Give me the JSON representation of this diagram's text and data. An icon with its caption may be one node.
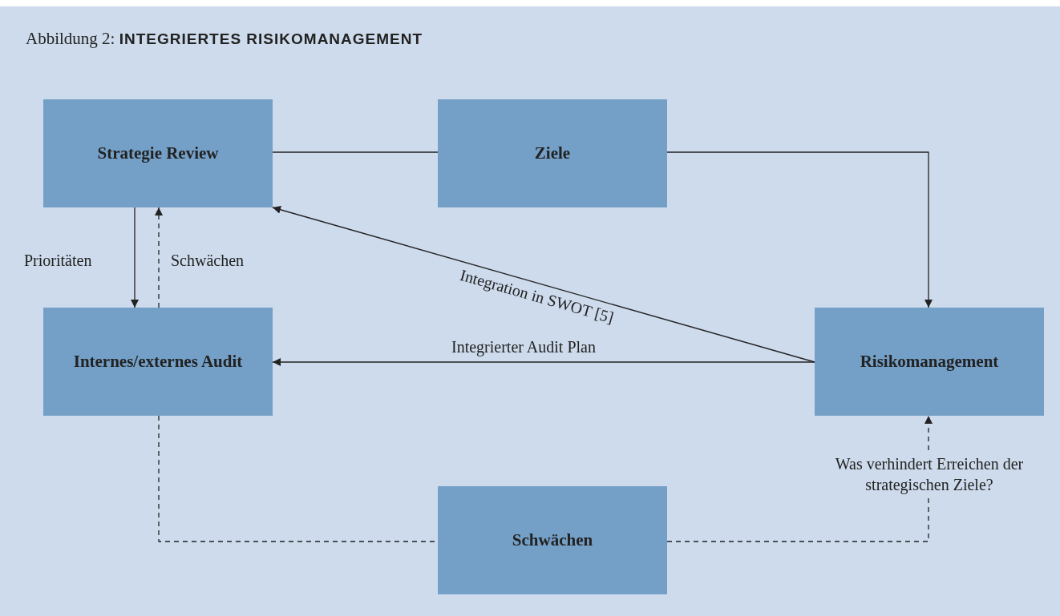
{
  "diagram": {
    "title": "Abbildung 2: **INTEGRIERTES RISIKOMANAGEMENT**",
    "nodes": [
      {
        "text": [
          "Strategie Review"
        ]
      },
      {
        "text": [
          "Ziele"
        ]
      },
      {
        "text": [
          "Internes/externes Audit"
        ]
      },
      {
        "text": [
          "Risikomanagement"
        ]
      },
      {
        "text": [
          "Schwächen"
        ]
      }
    ],
    "edges": [
      {
        "from": 0,
        "to": 1,
        "arrow": "none"
      },
      {
        "from": 1,
        "to": 3,
        "arrow": "to"
      },
      {
        "from": 3,
        "to": 0,
        "arrow": "to",
        "label": "Integration in SWOT [5]"
      },
      {
        "from": 3,
        "to": 2,
        "arrow": "to",
        "label": "Integrierter Audit Plan"
      },
      {
        "from": 0,
        "to": 2,
        "arrow": "to",
        "label": "Prioritäten"
      },
      {
        "from": 2,
        "to": 0,
        "arrow": "to",
        "label": "Schwächen",
        "style": "dashed"
      },
      {
        "from": 2,
        "to": 4,
        "arrow": "none",
        "style": "dashed"
      },
      {
        "from": 4,
        "to": 3,
        "arrow": "to",
        "label": "Was verhindert Erreichen der strategischen Ziele?",
        "style": "dashed"
      }
    ]
  }
}
